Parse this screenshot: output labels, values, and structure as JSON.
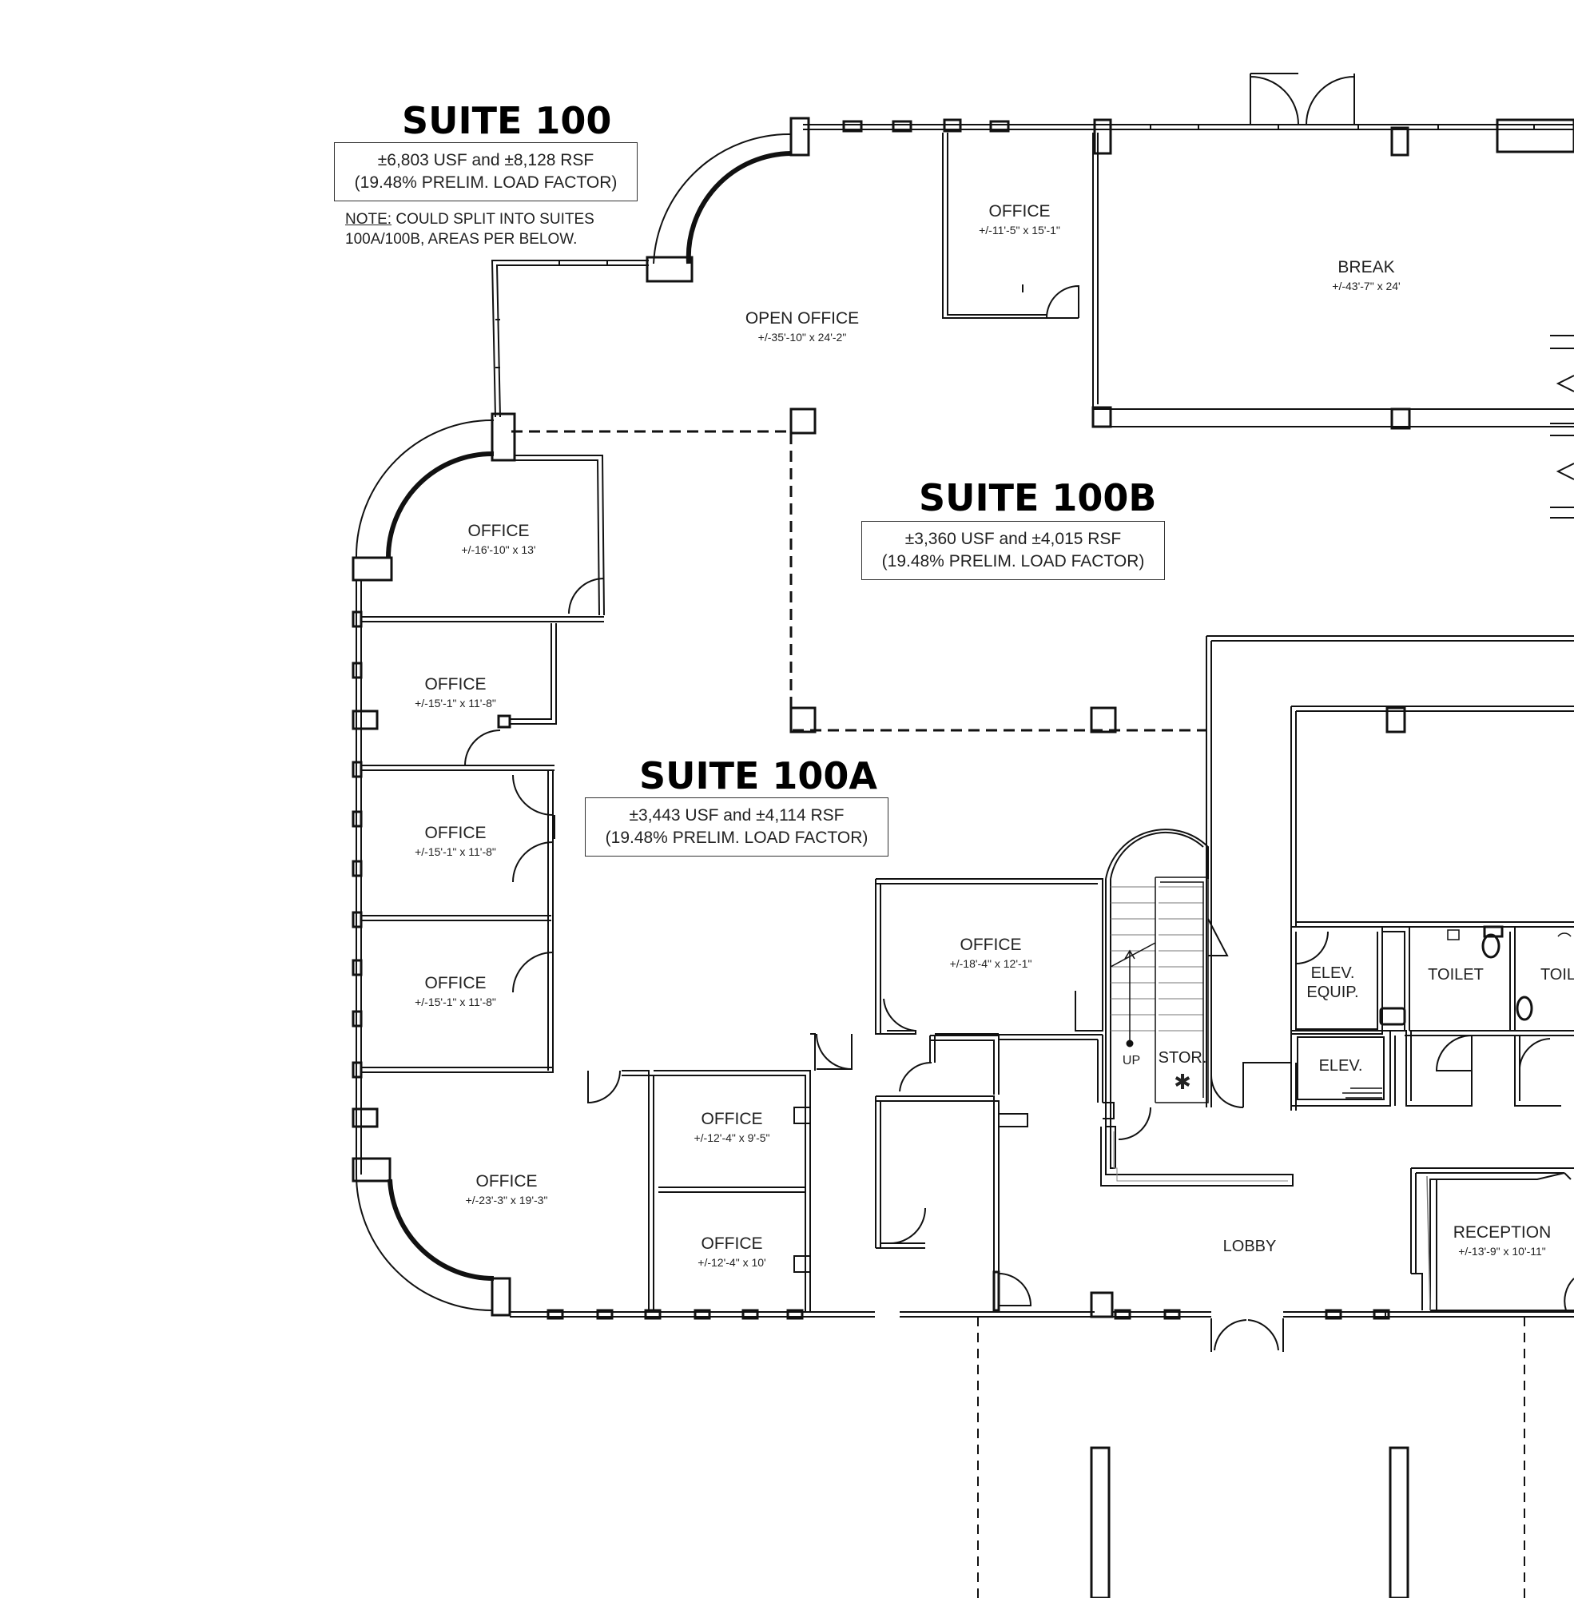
{
  "suite_100": {
    "title": "SUITE 100",
    "area": "±6,803 USF and ±8,128 RSF",
    "load_factor": "(19.48% PRELIM. LOAD FACTOR)",
    "note_label": "NOTE:",
    "note_text_1": " COULD SPLIT INTO SUITES",
    "note_text_2": "100A/100B, AREAS PER BELOW."
  },
  "suite_100b": {
    "title": "SUITE 100B",
    "area": "±3,360 USF and ±4,015 RSF",
    "load_factor": "(19.48% PRELIM. LOAD FACTOR)"
  },
  "suite_100a": {
    "title": "SUITE 100A",
    "area": "±3,443 USF and ±4,114 RSF",
    "load_factor": "(19.48% PRELIM. LOAD FACTOR)"
  },
  "rooms": [
    {
      "name": "OFFICE",
      "dims": "+/-11'-5\" x 15'-1\""
    },
    {
      "name": "BREAK",
      "dims": "+/-43'-7\" x 24'"
    },
    {
      "name": "OPEN OFFICE",
      "dims": "+/-35'-10\" x 24'-2\""
    },
    {
      "name": "OFFICE",
      "dims": "+/-16'-10\" x 13'"
    },
    {
      "name": "OFFICE",
      "dims": "+/-15'-1\" x 11'-8\""
    },
    {
      "name": "OFFICE",
      "dims": "+/-15'-1\" x 11'-8\""
    },
    {
      "name": "OFFICE",
      "dims": "+/-15'-1\" x 11'-8\""
    },
    {
      "name": "OFFICE",
      "dims": "+/-18'-4\" x 12'-1\""
    },
    {
      "name": "OFFICE",
      "dims": "+/-12'-4\" x 9'-5\""
    },
    {
      "name": "OFFICE",
      "dims": "+/-23'-3\" x 19'-3\""
    },
    {
      "name": "OFFICE",
      "dims": "+/-12'-4\" x 10'"
    },
    {
      "name": "RECEPTION",
      "dims": "+/-13'-9\" x 10'-11\""
    }
  ],
  "labels": {
    "elev_equip_1": "ELEV.",
    "elev_equip_2": "EQUIP.",
    "elev": "ELEV.",
    "toilet_1": "TOILET",
    "toilet_2": "TOIL",
    "stor": "STOR.",
    "up": "UP",
    "lobby": "LOBBY",
    "stor_symbol": "✱"
  }
}
